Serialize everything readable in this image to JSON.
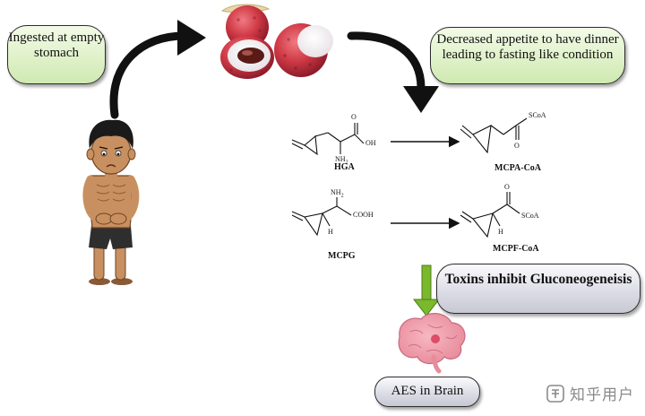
{
  "boxes": {
    "ingested": "Ingested at empty stomach",
    "appetite": "Decreased appetite to have dinner leading to fasting like condition",
    "toxins": "Toxins inhibit Gluconeogeneisis",
    "aes": "AES in Brain"
  },
  "chemistry": {
    "compound_1": "HGA",
    "product_1": "MCPA-CoA",
    "compound_2": "MCPG",
    "product_2": "MCPF-CoA",
    "atoms": {
      "oh": "OH",
      "nh2": "NH",
      "nh2_sub": "2",
      "cooh": "COOH",
      "h": "H",
      "o": "O",
      "scoa": "SCoA"
    }
  },
  "watermark": "知乎用户",
  "colors": {
    "green_box": "#cfe9b0",
    "gray_box": "#d3d4dd",
    "green_arrow": "#7ab82e",
    "lychee_red": "#c8323f"
  },
  "icons": [
    "curved-arrow-icon",
    "lychee-fruit-icon",
    "boy-illustration-icon",
    "brain-icon",
    "down-arrow-icon"
  ]
}
